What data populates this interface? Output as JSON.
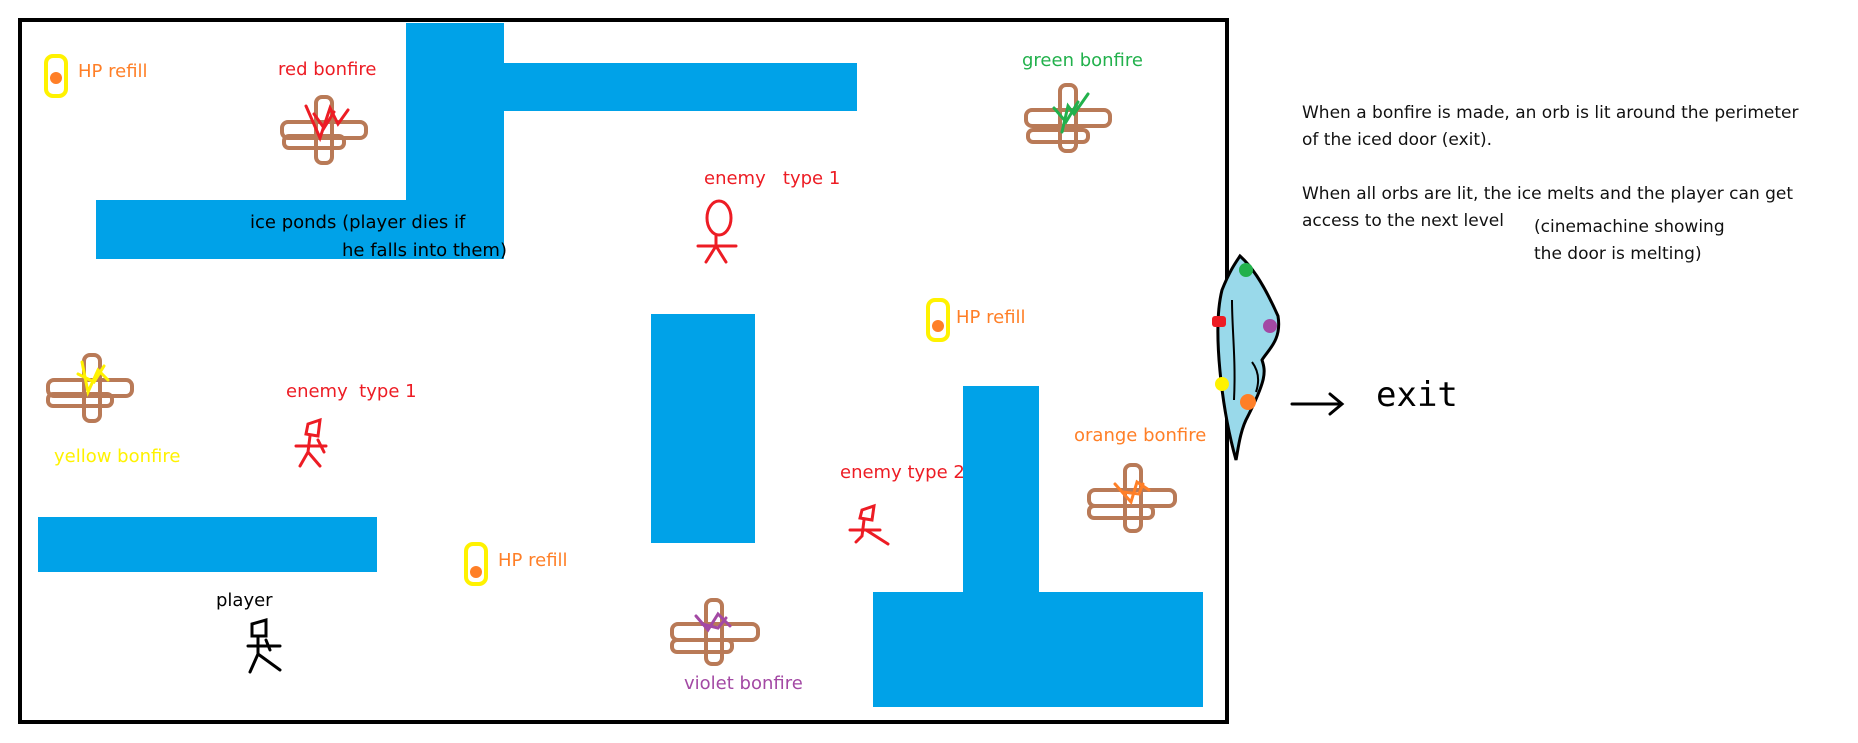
{
  "colors": {
    "ice": "#00a2e8",
    "frame": "#000000",
    "red": "#ed1c24",
    "green": "#22b14c",
    "orange": "#ff7f27",
    "yellow": "#fff200",
    "violet": "#a349a4",
    "wood": "#b97a57",
    "door": "#99d9ea",
    "player": "#000000"
  },
  "labels": {
    "hp_refill": "HP refill",
    "red_bonfire": "red bonfire",
    "green_bonfire": "green bonfire",
    "yellow_bonfire": "yellow bonfire",
    "orange_bonfire": "orange bonfire",
    "violet_bonfire": "violet bonfire",
    "enemy1_a": "enemy   type 1",
    "enemy1_b": "enemy  type 1",
    "enemy2": "enemy type 2",
    "player": "player",
    "ice_ponds_line1": "ice ponds (player dies if",
    "ice_ponds_line2": "he falls into them)",
    "exit": "exit"
  },
  "notes": {
    "line1": "When a bonfire is made, an orb is lit around the perimeter",
    "line2": "of the iced door (exit).",
    "line3": "When all orbs are lit, the ice melts and the player can get",
    "line4": "access to the next level",
    "cine1": "(cinemachine showing",
    "cine2": "the door is melting)"
  },
  "icons": {
    "bonfire": "bonfire-icon",
    "hp": "hp-refill-icon",
    "enemy": "enemy-stick-figure-icon",
    "player": "player-stick-figure-icon",
    "door": "iced-door-icon",
    "arrow": "arrow-right-icon"
  }
}
